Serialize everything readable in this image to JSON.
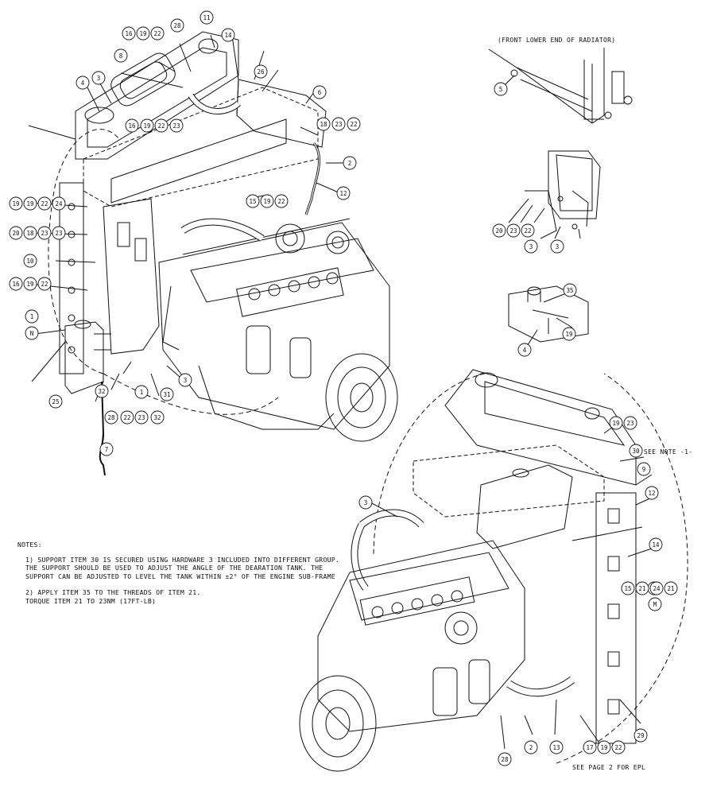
{
  "top_right_caption": "(FRONT LOWER END OF RADIATOR)",
  "see_note_label": "SEE NOTE -1-",
  "footer_note": "SEE PAGE 2 FOR EPL",
  "notes": {
    "heading": "NOTES:",
    "note1": "1) SUPPORT ITEM 30 IS SECURED USING HARDWARE 3 INCLUDED INTO DIFFERENT GROUP.\n   THE SUPPORT SHOULD BE USED TO ADJUST THE ANGLE OF THE DEARATION TANK.  THE\n   SUPPORT CAN BE ADJUSTED TO LEVEL THE TANK WITHIN ±2° OF THE ENGINE SUB-FRAME",
    "note2": "2) APPLY ITEM 35 TO THE THREADS OF ITEM 21.\n   TORQUE ITEM 21 TO 23NM (17FT-LB)"
  },
  "callouts": [
    "16",
    "19",
    "22",
    "28",
    "11",
    "14",
    "8",
    "4",
    "3",
    "26",
    "6",
    "16",
    "19",
    "22",
    "23",
    "18",
    "23",
    "22",
    "2",
    "12",
    "19",
    "19",
    "22",
    "24",
    "15",
    "19",
    "22",
    "20",
    "18",
    "23",
    "23",
    "10",
    "16",
    "19",
    "22",
    "1",
    "N",
    "25",
    "32",
    "1",
    "31",
    "3",
    "28",
    "22",
    "23",
    "32",
    "7",
    "5",
    "20",
    "23",
    "22",
    "3",
    "3",
    "35",
    "19",
    "4",
    "3",
    "19",
    "23",
    "30",
    "9",
    "12",
    "14",
    "28",
    "15",
    "21",
    "24",
    "21",
    "M",
    "28",
    "2",
    "13",
    "17",
    "19",
    "22",
    "29"
  ]
}
